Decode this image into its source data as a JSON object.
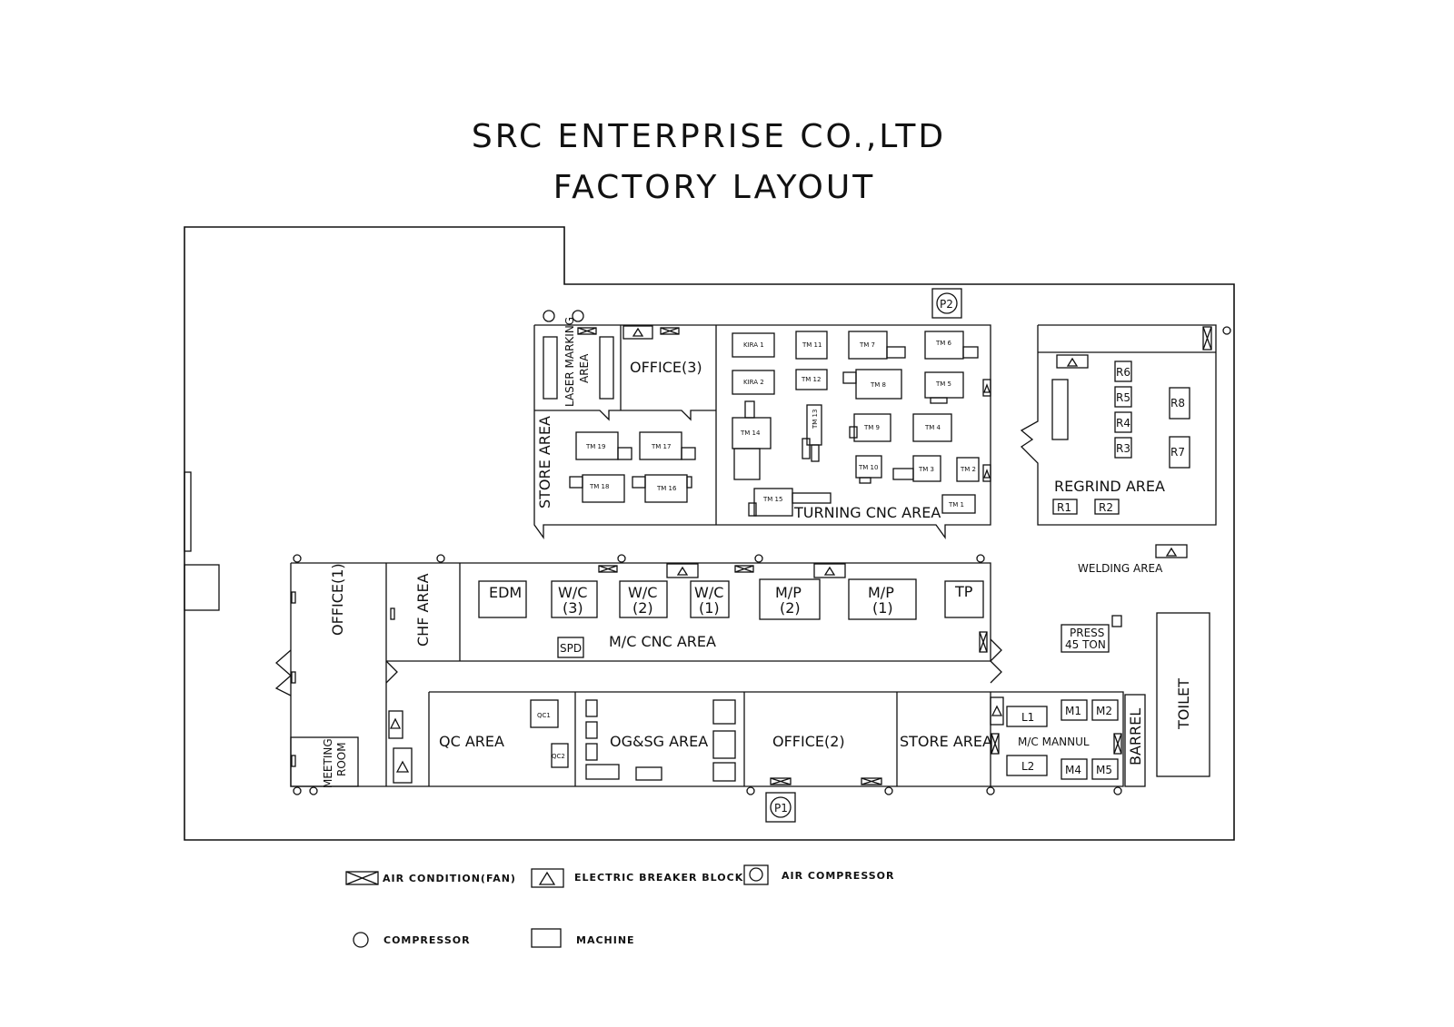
{
  "header": {
    "company": "SRC ENTERPRISE CO.,LTD",
    "subtitle": "FACTORY LAYOUT"
  },
  "areas": {
    "laser_marking_1": "LASER MARKING",
    "laser_marking_2": "AREA",
    "office3": "OFFICE(3)",
    "store_area_left": "STORE AREA",
    "turning_cnc": "TURNING CNC AREA",
    "regrind": "REGRIND AREA",
    "welding": "WELDING AREA",
    "office1": "OFFICE(1)",
    "chf": "CHF AREA",
    "mc_cnc": "M/C CNC AREA",
    "qc": "QC AREA",
    "og_sg": "OG&SG AREA",
    "office2": "OFFICE(2)",
    "store_area_right": "STORE AREA",
    "mc_mannul": "M/C MANNUL",
    "meeting_1": "MEETING",
    "meeting_2": "ROOM",
    "barrel": "BARREL",
    "toilet": "TOILET"
  },
  "machines": {
    "kira1": "KIRA 1",
    "kira2": "KIRA 2",
    "tm1": "TM 1",
    "tm2": "TM 2",
    "tm3": "TM 3",
    "tm4": "TM 4",
    "tm5": "TM 5",
    "tm6": "TM 6",
    "tm7": "TM 7",
    "tm8": "TM 8",
    "tm9": "TM 9",
    "tm10": "TM 10",
    "tm11": "TM 11",
    "tm12": "TM 12",
    "tm13": "TM 13",
    "tm14": "TM 14",
    "tm15": "TM 15",
    "tm16": "TM 16",
    "tm17": "TM 17",
    "tm18": "TM 18",
    "tm19": "TM 19",
    "r1": "R1",
    "r2": "R2",
    "r3": "R3",
    "r4": "R4",
    "r5": "R5",
    "r6": "R6",
    "r7": "R7",
    "r8": "R8",
    "edm": "EDM",
    "wc3_a": "W/C",
    "wc3_b": "(3)",
    "wc2_a": "W/C",
    "wc2_b": "(2)",
    "wc1_a": "W/C",
    "wc1_b": "(1)",
    "mp2_a": "M/P",
    "mp2_b": "(2)",
    "mp1_a": "M/P",
    "mp1_b": "(1)",
    "tp": "TP",
    "spd": "SPD",
    "qc1": "QC1",
    "qc2": "QC2",
    "press_a": "PRESS",
    "press_b": "45 TON",
    "l1": "L1",
    "l2": "L2",
    "m1": "M1",
    "m2": "M2",
    "m4": "M4",
    "m5": "M5",
    "p1": "P1",
    "p2": "P2"
  },
  "legend": {
    "air_condition": "AIR CONDITION(FAN)",
    "breaker": "ELECTRIC BREAKER BLOCK",
    "air_compressor": "AIR COMPRESSOR",
    "compressor": "COMPRESSOR",
    "machine": "MACHINE"
  },
  "icon_types": [
    "air-condition-fan-icon",
    "electric-breaker-icon",
    "air-compressor-icon",
    "compressor-icon",
    "machine-icon"
  ]
}
